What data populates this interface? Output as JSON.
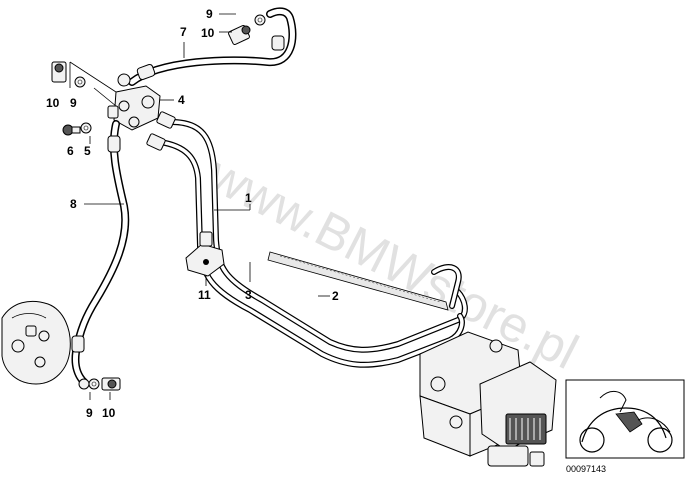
{
  "watermark": "www.BMWstore.pl",
  "reference": "00097143",
  "labels": {
    "l1": "1",
    "l2": "2",
    "l3": "3",
    "l4": "4",
    "l5": "5",
    "l6": "6",
    "l7": "7",
    "l8": "8",
    "l9a": "9",
    "l9b": "9",
    "l9c": "9",
    "l10a": "10",
    "l10b": "10",
    "l10c": "10",
    "l11": "11"
  }
}
